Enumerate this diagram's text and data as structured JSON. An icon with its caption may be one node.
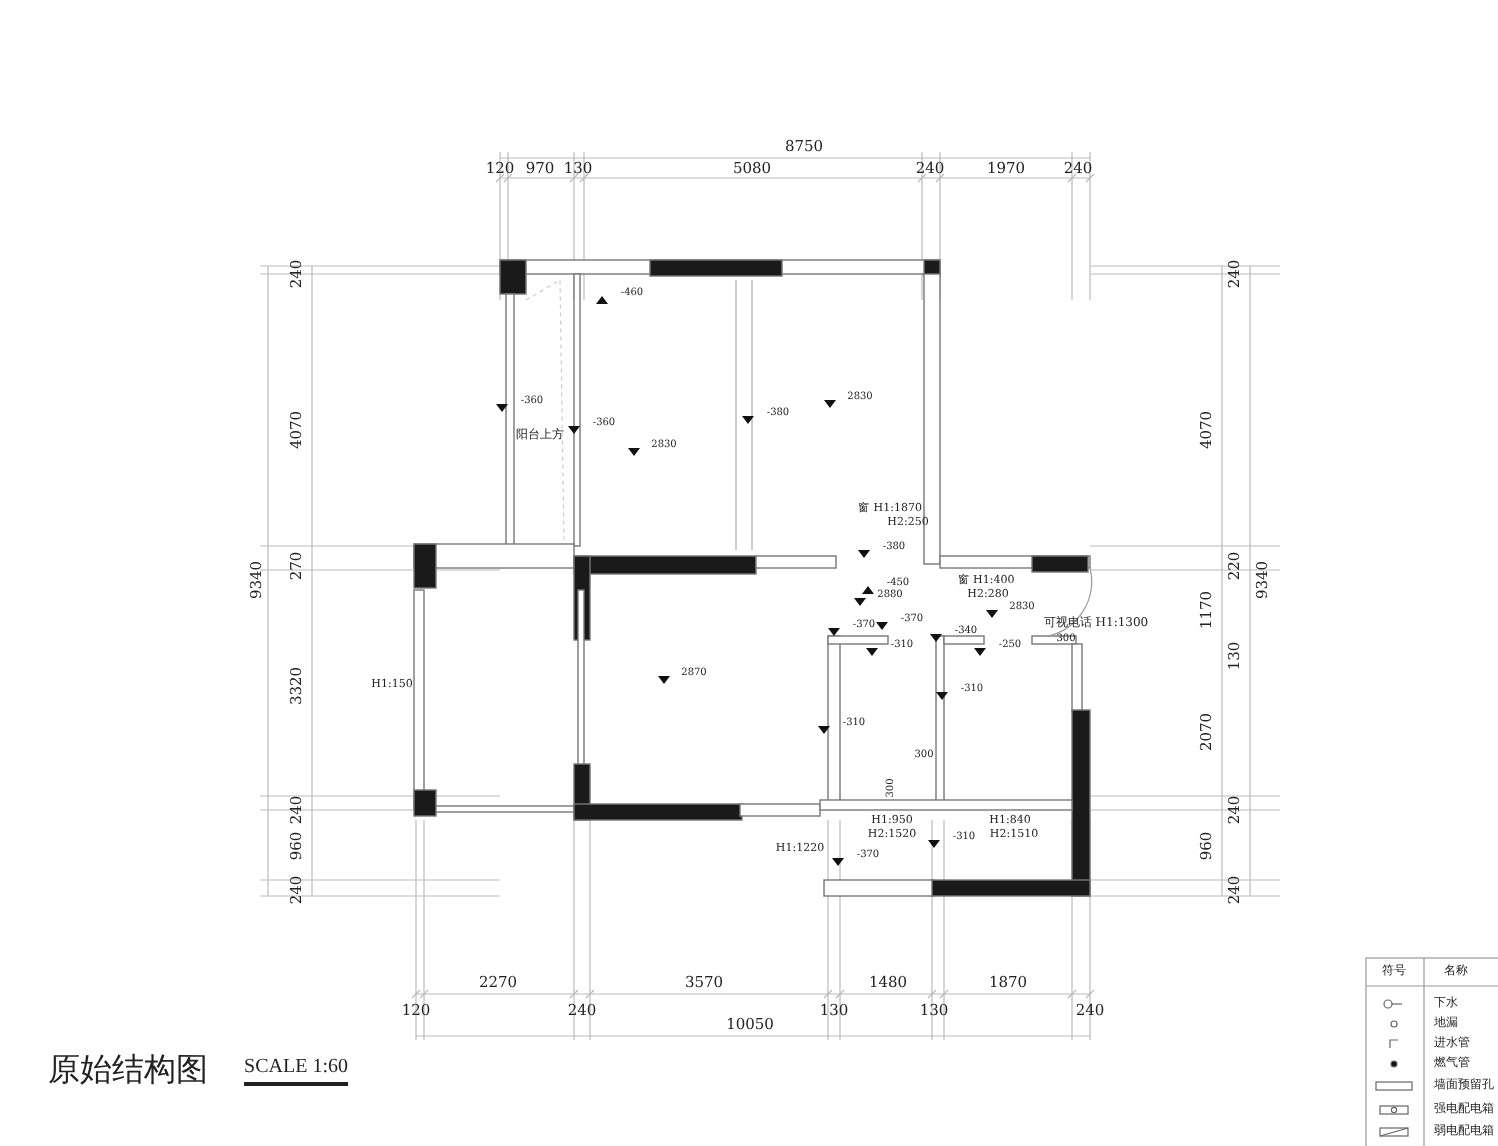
{
  "diagram": {
    "title": "原始结构图",
    "labels": [
      "8750",
      "120",
      "970",
      "130",
      "5080",
      "240",
      "1970",
      "240",
      "240",
      "4070",
      "9340",
      "270",
      "3320",
      "240",
      "960",
      "240",
      "240",
      "4070",
      "220",
      "9340",
      "1170",
      "130",
      "2070",
      "240",
      "960",
      "240",
      "-460",
      "-360",
      "阳台上方",
      "-360",
      "2830",
      "-380",
      "2830",
      "窗 H1:1870",
      "H2:250",
      "-380",
      "-450",
      "窗 H1:400",
      "2880",
      "H2:280",
      "2830",
      "-370",
      "-370",
      "-340",
      "可视电话 H1:1300",
      "300",
      "-310",
      "-250",
      "H1:150",
      "2870",
      "-310",
      "-310",
      "300",
      "300",
      "H1:950",
      "H1:840",
      "H2:1520",
      "-310",
      "H2:1510",
      "H1:1220",
      "-370",
      "2270",
      "3570",
      "1480",
      "1870",
      "120",
      "240",
      "130",
      "130",
      "240",
      "10050",
      "SCALE 1:60",
      "符号",
      "名称"
    ],
    "legend": [
      {
        "text": "下水"
      },
      {
        "text": "地漏"
      },
      {
        "text": "进水管"
      },
      {
        "text": "燃气管"
      },
      {
        "text": "墙面预留孔"
      },
      {
        "text": "强电配电箱"
      },
      {
        "text": "弱电配电箱"
      }
    ]
  }
}
